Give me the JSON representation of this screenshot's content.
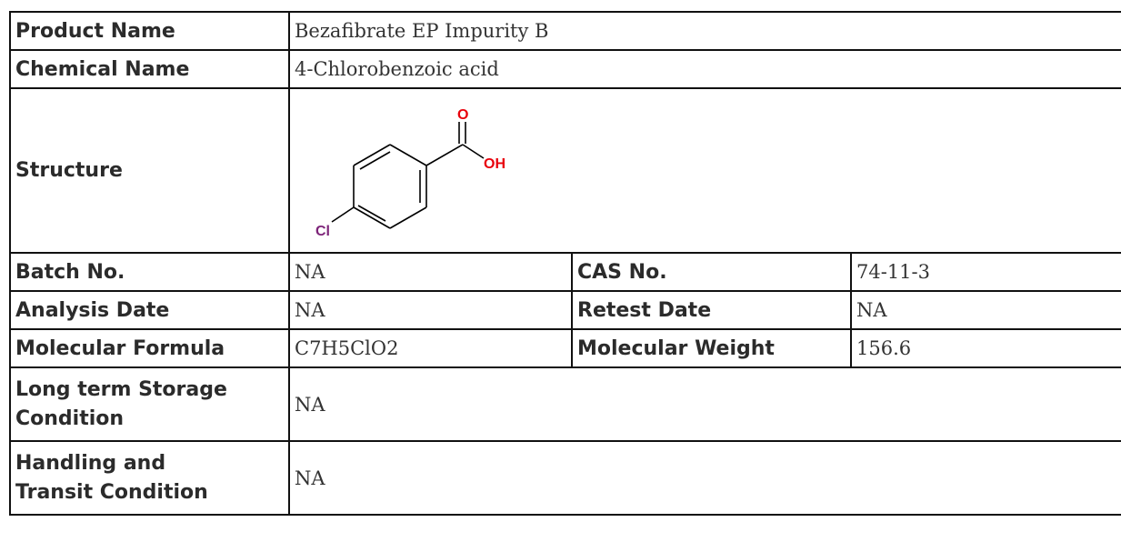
{
  "rows": {
    "product_name": {
      "label": "Product Name",
      "value": "Bezafibrate EP Impurity B"
    },
    "chemical_name": {
      "label": "Chemical Name",
      "value": "4-Chlorobenzoic acid"
    },
    "structure": {
      "label": "Structure",
      "atoms": {
        "oxygen": "O",
        "hydroxyl": "OH",
        "chlorine": "Cl"
      },
      "colors": {
        "oxygen": "#e8000b",
        "chlorine": "#7d2479",
        "bond": "#000000"
      }
    },
    "batch_no": {
      "label": "Batch No.",
      "value": "NA"
    },
    "cas_no": {
      "label": "CAS No.",
      "value": "74-11-3"
    },
    "analysis_date": {
      "label": "Analysis Date",
      "value": "NA"
    },
    "retest_date": {
      "label": "Retest Date",
      "value": "NA"
    },
    "molecular_formula": {
      "label": "Molecular Formula",
      "value": "C7H5ClO2"
    },
    "molecular_weight": {
      "label": "Molecular Weight",
      "value": "156.6"
    },
    "long_term_storage": {
      "label_line1": "Long term Storage",
      "label_line2": "Condition",
      "value": "NA"
    },
    "handling_transit": {
      "label_line1": "Handling and",
      "label_line2": "Transit Condition",
      "value": "NA"
    }
  }
}
